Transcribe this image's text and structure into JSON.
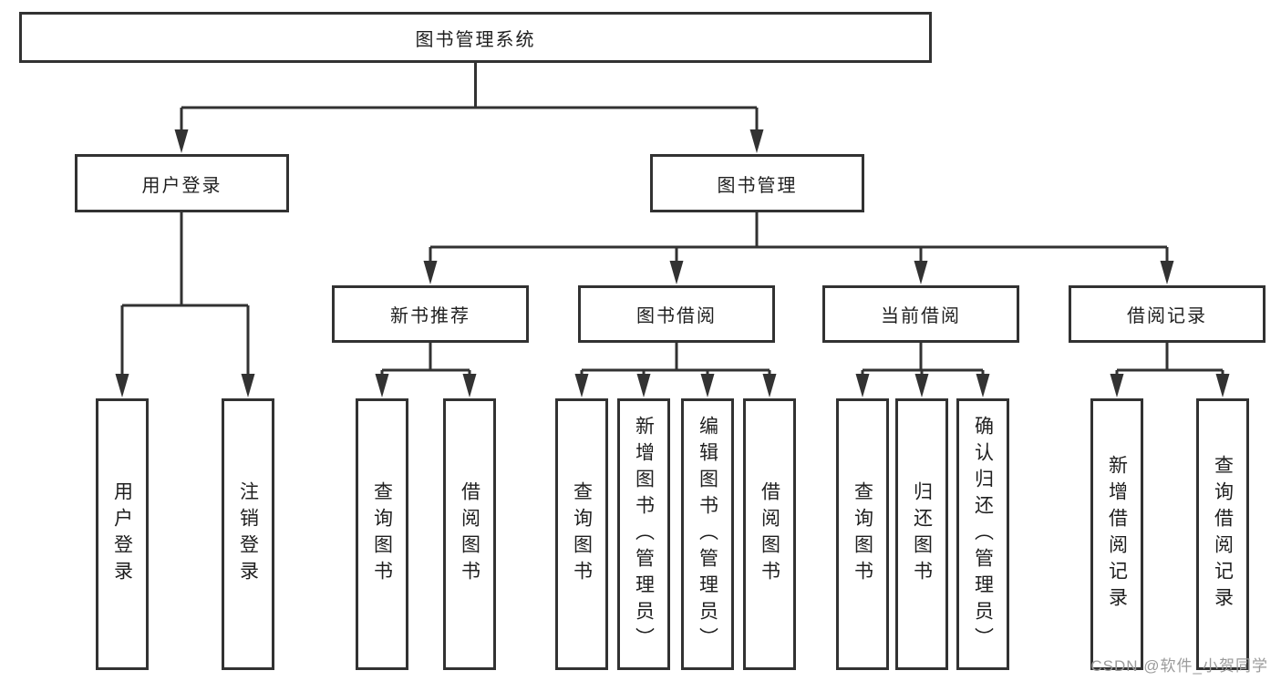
{
  "tree": {
    "root": "图书管理系统",
    "login": {
      "label": "用户登录",
      "children": [
        "用户登录",
        "注销登录"
      ]
    },
    "management": {
      "label": "图书管理",
      "sections": [
        {
          "label": "新书推荐",
          "children": [
            "查询图书",
            "借阅图书"
          ]
        },
        {
          "label": "图书借阅",
          "children": [
            "查询图书",
            "新增图书（管理员）",
            "编辑图书（管理员）",
            "借阅图书"
          ]
        },
        {
          "label": "当前借阅",
          "children": [
            "查询图书",
            "归还图书",
            "确认归还（管理员）"
          ]
        },
        {
          "label": "借阅记录",
          "children": [
            "新增借阅记录",
            "查询借阅记录"
          ]
        }
      ]
    }
  },
  "watermark": "CSDN @软件_小贺同学",
  "colors": {
    "line": "#323232",
    "text": "#1f1f1f",
    "watermark_text": "#9b9b9b",
    "background": "#ffffff"
  }
}
